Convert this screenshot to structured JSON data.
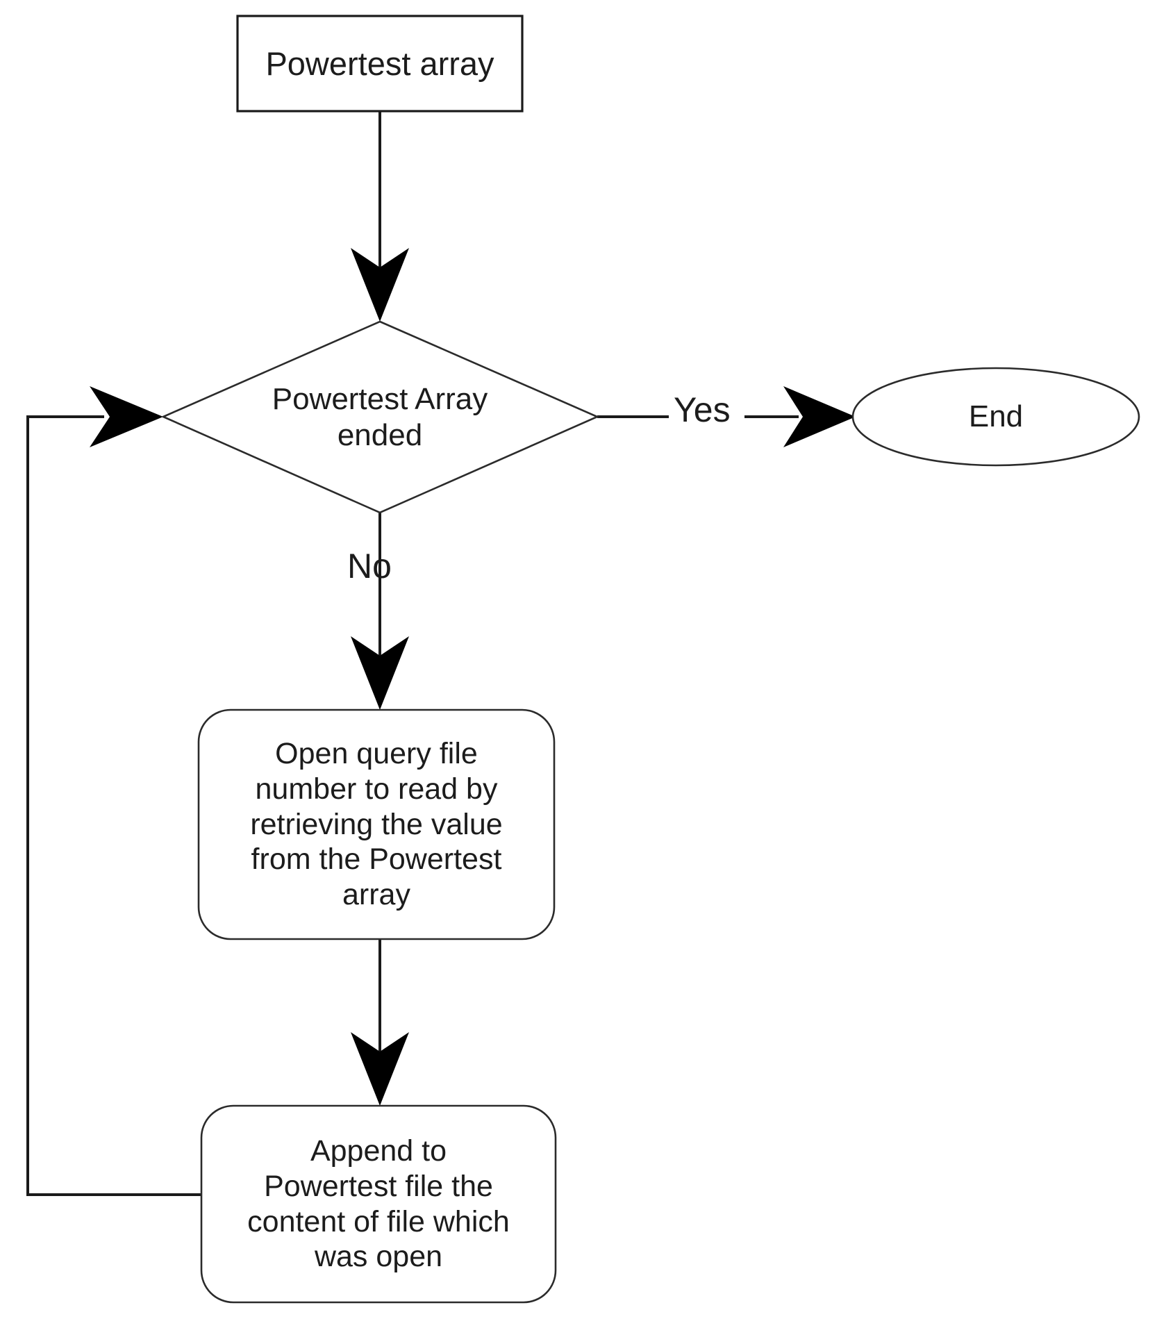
{
  "diagram": {
    "title": "Powertest array processing flowchart",
    "background_color": "#ffffff",
    "line_color": "#1a1a1a",
    "text_color": "#1c1c1c"
  },
  "nodes": {
    "start": {
      "label": "Powertest array",
      "shape": "rectangle"
    },
    "decision": {
      "label": "Powertest Array\nended",
      "shape": "diamond"
    },
    "end": {
      "label": "End",
      "shape": "ellipse"
    },
    "open_query": {
      "label": "Open query file\nnumber to read by\nretrieving the value\nfrom the Powertest\narray",
      "shape": "rounded-rectangle"
    },
    "append": {
      "label": "Append to\nPowertest file the\ncontent of file which\nwas open",
      "shape": "rounded-rectangle"
    }
  },
  "edges": {
    "start_to_decision": {
      "label": ""
    },
    "decision_to_end": {
      "label": "Yes"
    },
    "decision_to_open_query": {
      "label": "No"
    },
    "open_query_to_append": {
      "label": ""
    },
    "append_to_decision": {
      "label": ""
    }
  }
}
